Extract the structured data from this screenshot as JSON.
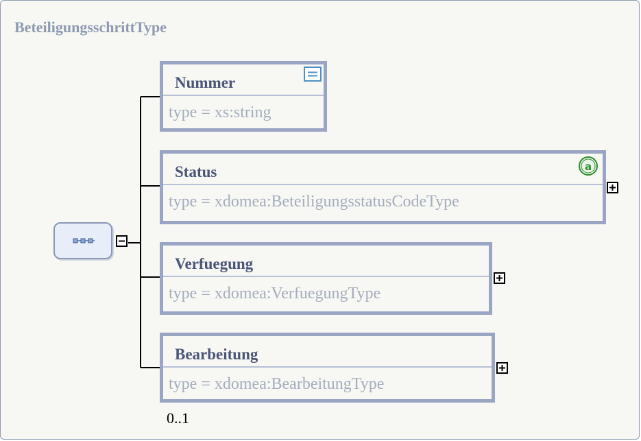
{
  "diagram": {
    "title": "BeteiligungsschrittType",
    "compositor": "sequence",
    "elements": [
      {
        "name": "Nummer",
        "type_prefix": "type",
        "type_eq": "=",
        "type_value": "xs:string",
        "badge": "simple-type-icon",
        "expandable": false
      },
      {
        "name": "Status",
        "type_prefix": "type",
        "type_eq": "=",
        "type_value": "xdomea:BeteiligungsstatusCodeType",
        "badge": "attributes-icon",
        "expandable": true
      },
      {
        "name": "Verfuegung",
        "type_prefix": "type",
        "type_eq": "=",
        "type_value": "xdomea:VerfuegungType",
        "expandable": true
      },
      {
        "name": "Bearbeitung",
        "type_prefix": "type",
        "type_eq": "=",
        "type_value": "xdomea:BearbeitungType",
        "expandable": true,
        "occurrence": "0..1"
      }
    ]
  },
  "colors": {
    "frame_border": "#8e9bb0",
    "background": "#f7f8f3",
    "element_border": "#9aa5c4",
    "element_name": "#4a5578",
    "type_text": "#a4adbe",
    "title": "#8d9ab0",
    "attr_badge": "#2e8b2e",
    "simple_badge": "#4f8fc7"
  }
}
